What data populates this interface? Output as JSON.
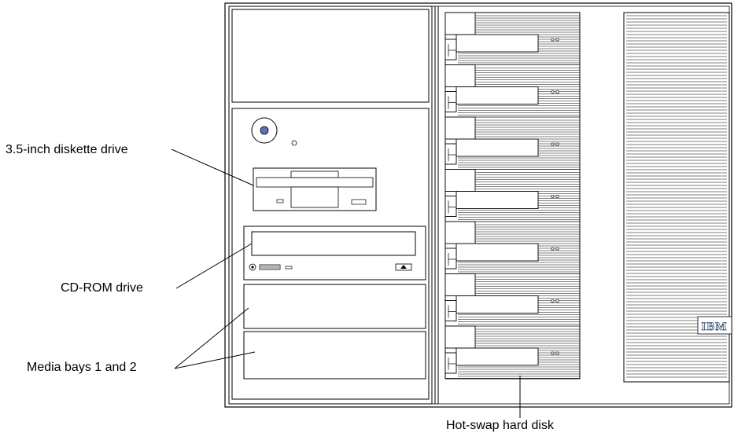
{
  "labels": {
    "diskette": "3.5-inch diskette drive",
    "cdrom": "CD-ROM drive",
    "media_bays": "Media bays 1 and 2",
    "hotswap": "Hot-swap hard disk"
  },
  "logo": "IBM",
  "colors": {
    "line": "#000000",
    "background": "#ffffff",
    "power_button": "#5b6fb5"
  },
  "hard_disk_bays": 7
}
